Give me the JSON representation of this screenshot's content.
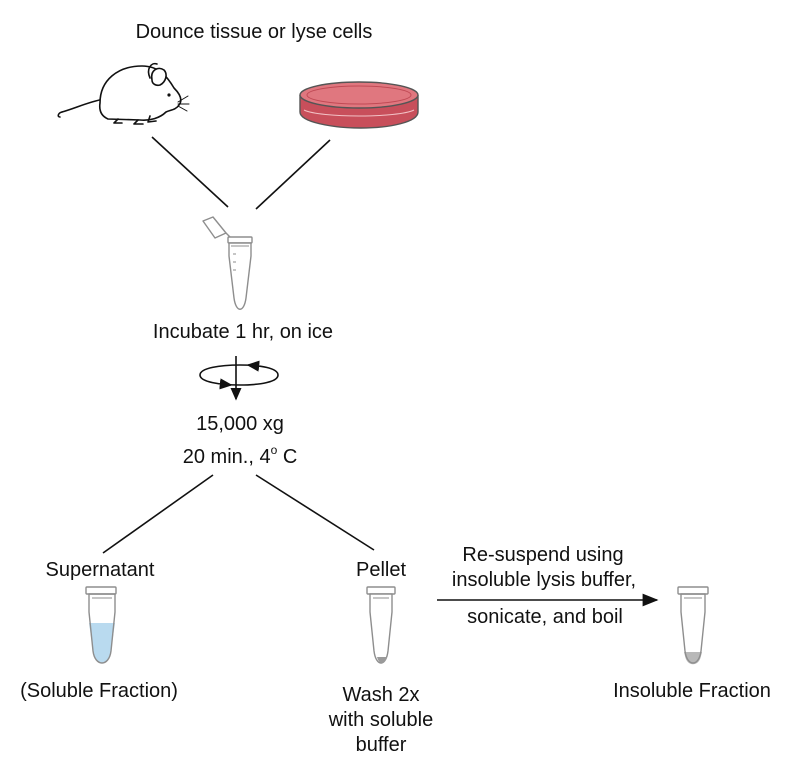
{
  "steps": {
    "lysis_title": "Dounce tissue or lyse cells",
    "incubate": "Incubate 1 hr, on ice",
    "spin_speed": "15,000 xg",
    "spin_time": "20 min., 4",
    "spin_degree": "o",
    "spin_unit": " C"
  },
  "branches": {
    "supernatant": "Supernatant",
    "soluble_note": "(Soluble Fraction)",
    "pellet": "Pellet",
    "wash_lines": [
      "Wash 2x",
      "with soluble",
      "buffer"
    ],
    "resuspend_lines": [
      "Re-suspend using",
      "insoluble lysis buffer,",
      "sonicate, and boil"
    ],
    "insoluble": "Insoluble Fraction"
  },
  "colors": {
    "line": "#111111",
    "tube_outline": "#9a9a9a",
    "supernatant_fill": "#b9daef",
    "pellet_fill": "#b8b8b8",
    "dish_fill": "#e0777f",
    "dish_rim": "#c04a55"
  },
  "icons": {
    "mouse": "mouse-icon",
    "dish": "petri-dish-icon",
    "tube_open": "open-tube-icon",
    "centrifuge": "centrifuge-spin-icon",
    "tube_supernatant": "tube-supernatant-icon",
    "tube_pellet": "tube-pellet-icon",
    "tube_insoluble": "tube-insoluble-icon",
    "arrow": "right-arrow-icon"
  }
}
